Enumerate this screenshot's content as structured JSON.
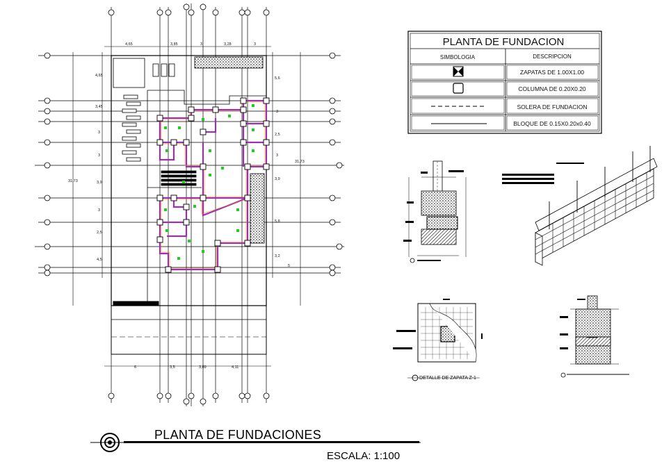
{
  "legend": {
    "title": "PLANTA DE FUNDACION",
    "col_symbol": "SIMBOLOGIA",
    "col_description": "DESCRIPCION",
    "rows": [
      {
        "symbol": "zapata-symbol",
        "description": "ZAPATAS DE 1.00X1.00"
      },
      {
        "symbol": "columna-symbol",
        "description": "COLUMNA  DE 0.20X0.20"
      },
      {
        "symbol": "solera-symbol",
        "description": "SOLERA DE FUNDACION"
      },
      {
        "symbol": "bloque-symbol",
        "description": "BLOQUE DE 0.15X0.20x0.40"
      }
    ]
  },
  "plan": {
    "top_dims": [
      "4,65",
      "3,85",
      "3",
      "3,28",
      "3"
    ],
    "left_dims": [
      "4,65",
      "3,45",
      "3",
      "3",
      "3,9",
      "3",
      "2,5",
      "4,5"
    ],
    "left_total": "31,73",
    "right_dims": [
      "5,6",
      "3",
      "2,5",
      "3",
      "3,9",
      "5,8",
      "3,2",
      "5"
    ],
    "right_total": "31,73",
    "bottom_dims": [
      "6",
      "3,5",
      "3,89",
      "4,11"
    ]
  },
  "details": {
    "zapata_caption": "DETALLE DE ZAPATA Z-1"
  },
  "footer": {
    "title": "PLANTA DE FUNDACIONES",
    "scale": "ESCALA: 1:100"
  },
  "colors": {
    "line": "#000000",
    "beam": "#9b30b0",
    "column_marker": "#22cc22",
    "accent": "#ff8800"
  }
}
